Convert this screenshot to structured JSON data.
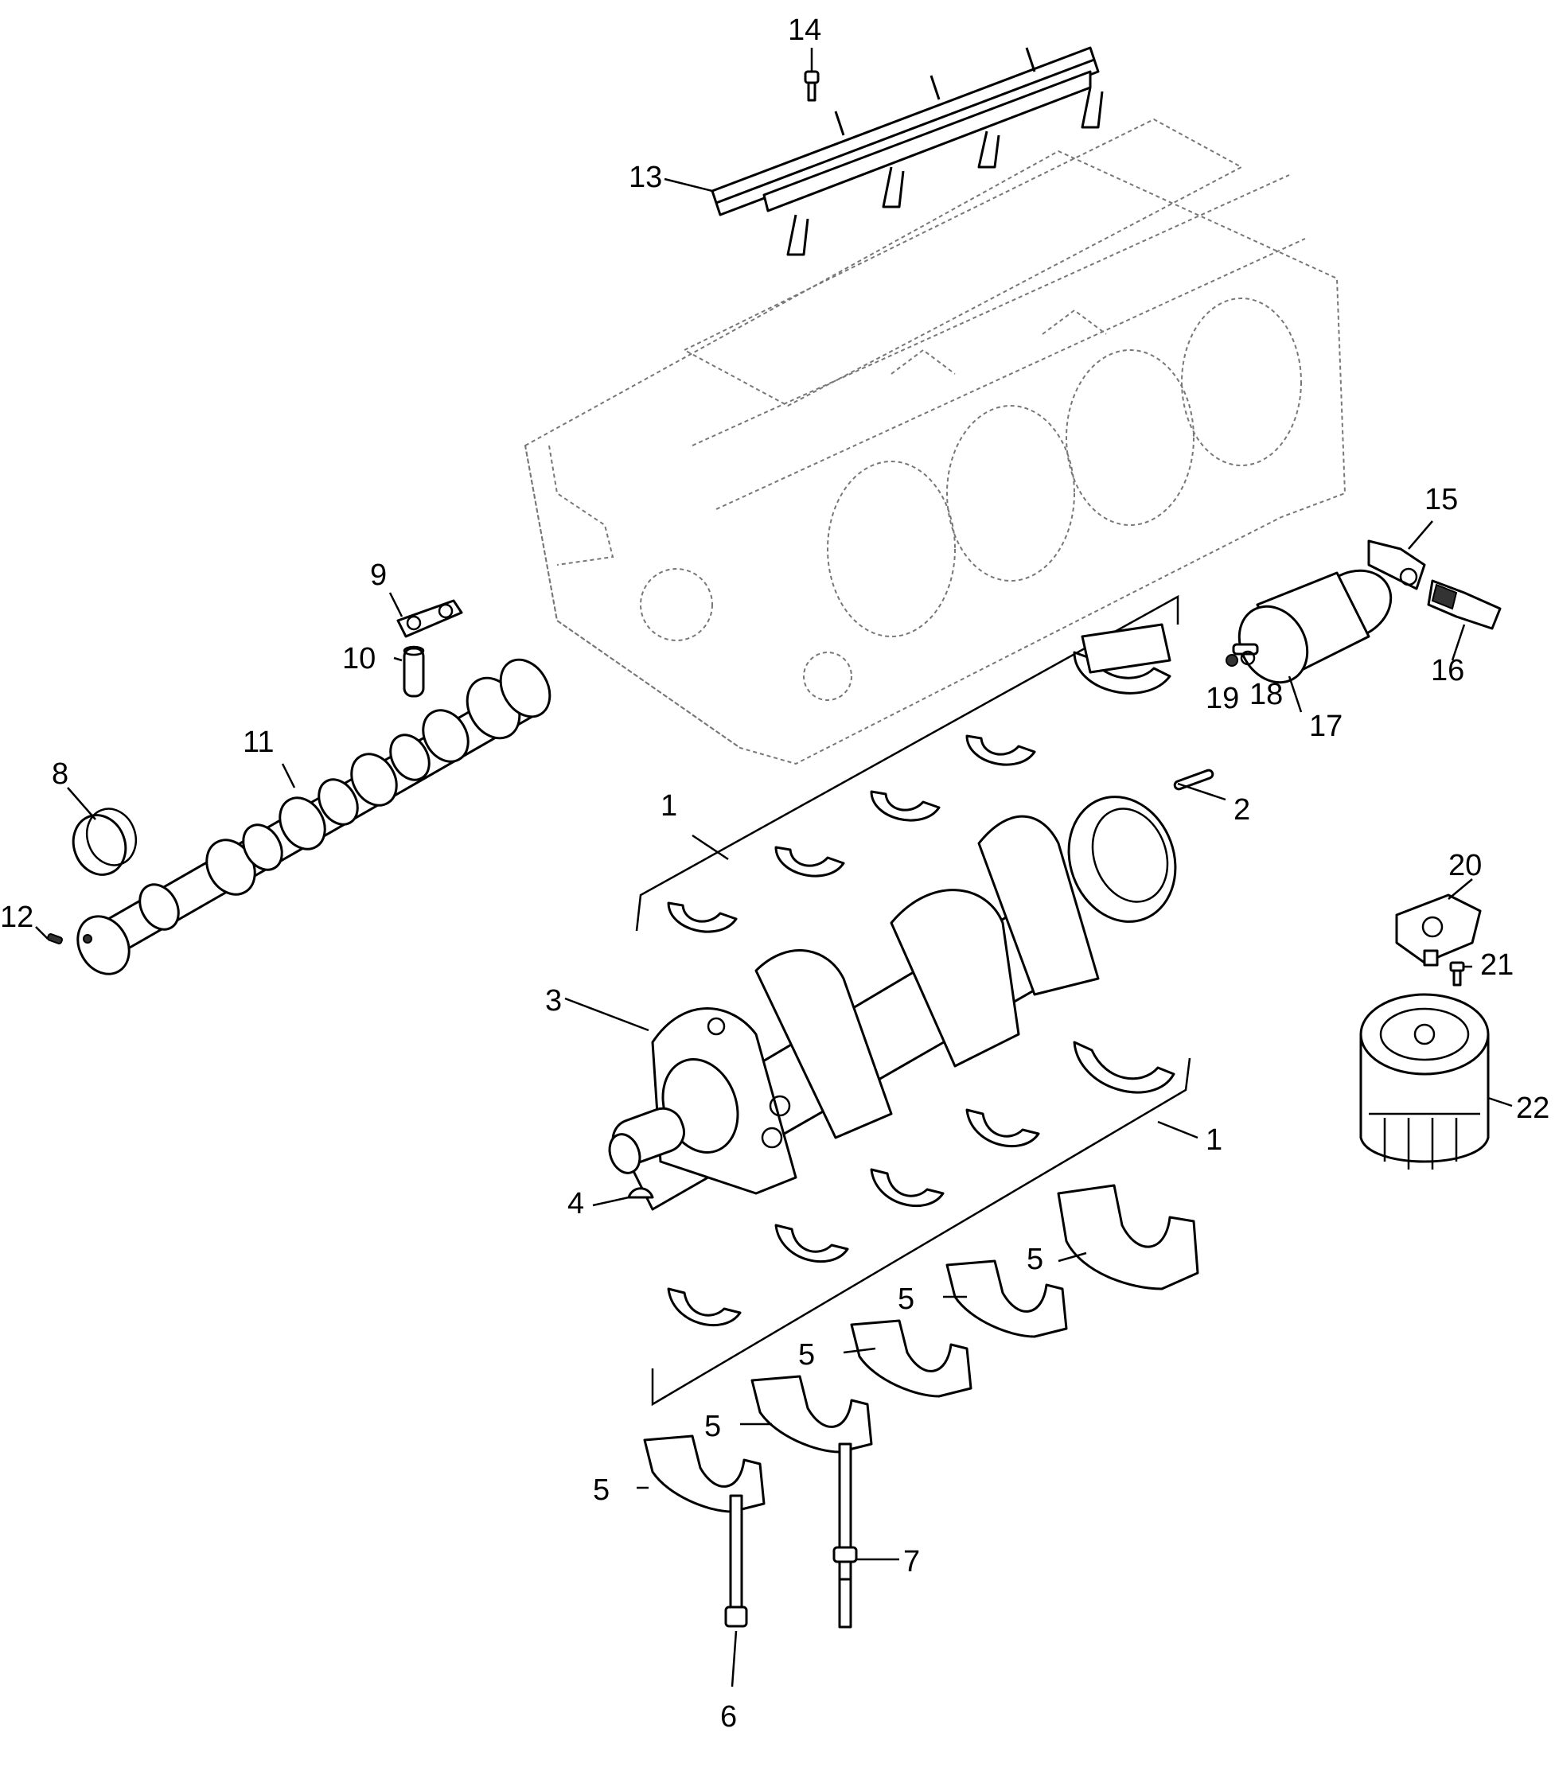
{
  "diagram": {
    "callouts": {
      "c1a": "1",
      "c1b": "1",
      "c2": "2",
      "c3": "3",
      "c4": "4",
      "c5a": "5",
      "c5b": "5",
      "c5c": "5",
      "c5d": "5",
      "c5e": "5",
      "c6": "6",
      "c7": "7",
      "c8": "8",
      "c9": "9",
      "c10": "10",
      "c11": "11",
      "c12": "12",
      "c13": "13",
      "c14": "14",
      "c15": "15",
      "c16": "16",
      "c17": "17",
      "c18": "18",
      "c19": "19",
      "c20": "20",
      "c21": "21",
      "c22": "22"
    }
  }
}
